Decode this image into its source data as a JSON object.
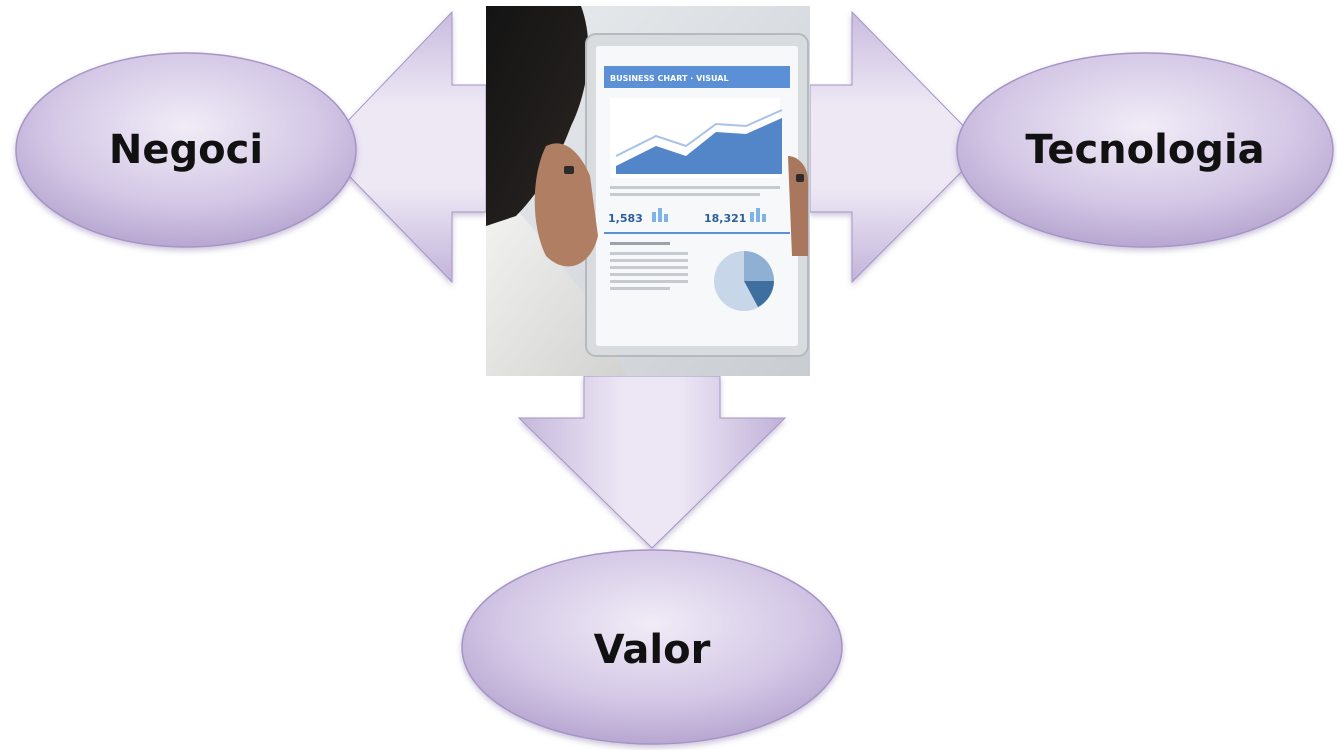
{
  "diagram": {
    "nodes": {
      "left": "Negoci",
      "right": "Tecnologia",
      "bottom": "Valor"
    },
    "center_image": {
      "description_icon": "tablet-dashboard-photo",
      "screen_title": "BUSINESS CHART · VISUAL",
      "stat_1": "1,583",
      "stat_2": "18,321"
    },
    "colors": {
      "node_fill_light": "#ece6f4",
      "node_fill_dark": "#b9a9d3",
      "arrow_fill_light": "#e8e0f1",
      "arrow_fill_dark": "#bdaed6",
      "outline": "#7d6aa5"
    }
  }
}
